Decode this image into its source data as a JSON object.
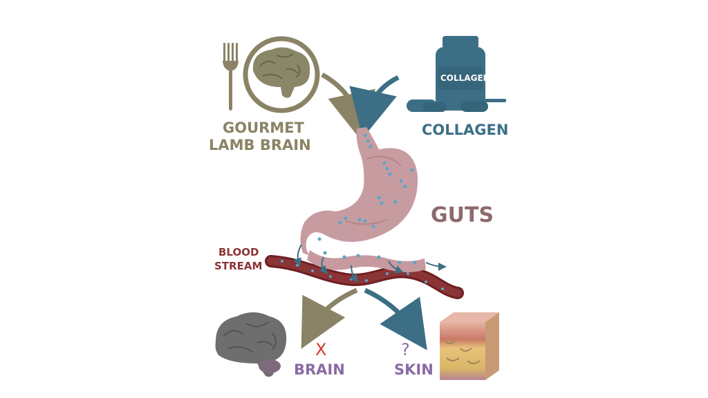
{
  "labels": {
    "food_line1": "GOURMET",
    "food_line2": "LAMB  BRAIN",
    "supplement": "COLLAGEN",
    "bottle_label": "COLLAGEN",
    "guts": "GUTS",
    "blood_line1": "BLOOD",
    "blood_line2": "STREAM",
    "brain": "BRAIN",
    "skin": "SKIN",
    "brain_mark": "X",
    "skin_mark": "?"
  },
  "colors": {
    "olive": "#8a8365",
    "teal": "#3c6f86",
    "maroon": "#8a3436",
    "mauve": "#8e6a6c",
    "purple": "#8a6aa6",
    "red": "#d63a2c",
    "stomach": "#c79ca0",
    "particles": "#5aa7c8",
    "brain_gray": "#6f6e6e"
  },
  "icons": {
    "fork": "fork-icon",
    "plate": "plate-icon",
    "lamb_brain": "lamb-brain-icon",
    "bottle": "collagen-bottle-icon",
    "pills": "pill-icon",
    "stomach": "stomach-icon",
    "blood_vessel": "blood-vessel-icon",
    "human_brain": "human-brain-icon",
    "skin_block": "skin-layers-icon"
  }
}
